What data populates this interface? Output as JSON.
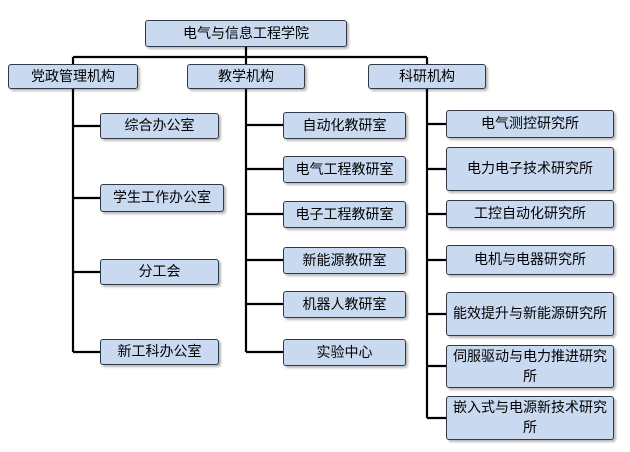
{
  "diagram": {
    "root": "电气与信息工程学院",
    "branches": [
      {
        "label": "党政管理机构",
        "children": [
          "综合办公室",
          "学生工作办公室",
          "分工会",
          "新工科办公室"
        ]
      },
      {
        "label": "教学机构",
        "children": [
          "自动化教研室",
          "电气工程教研室",
          "电子工程教研室",
          "新能源教研室",
          "机器人教研室",
          "实验中心"
        ]
      },
      {
        "label": "科研机构",
        "children": [
          "电气测控研究所",
          "电力电子技术研究所",
          "工控自动化研究所",
          "电机与电器研究所",
          "能效提升与新能源研究所",
          "伺服驱动与电力推进研究所",
          "嵌入式与电源新技术研究所"
        ]
      }
    ]
  }
}
